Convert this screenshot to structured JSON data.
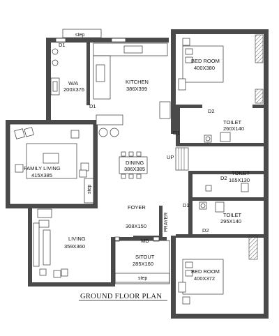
{
  "title": "GROUND FLOOR PLAN",
  "labels": {
    "step_top": "step",
    "d1_top": "D1",
    "wa_name": "W/A",
    "wa_size": "200X376",
    "kitchen_name": "KITCHEN",
    "kitchen_size": "386X399",
    "d1_kitchen": "D1",
    "bed1_name": "BED ROOM",
    "bed1_size": "400X380",
    "d2_top": "D2",
    "toilet1_name": "TOILET",
    "toilet1_size": "260X140",
    "d1_right": "D1",
    "family_name": "FAMILY LIVING",
    "family_size": "415X385",
    "dining_name": "DINING",
    "dining_size": "386X385",
    "up": "UP",
    "d2_mid": "D2",
    "toilet2_name": "TOILET",
    "toilet2_size": "165X130",
    "step_family": "step",
    "d1_lower": "D1",
    "toilet3_name": "TOILET",
    "toilet3_size": "295X140",
    "d2_lower": "D2",
    "foyer_name": "FOYER",
    "foyer_size": "308X150",
    "prayer": "PRAYER",
    "living_name": "LIVING",
    "living_size": "359X360",
    "md": "MD",
    "sitout_name": "SITOUT",
    "sitout_size": "285X160",
    "step_bottom": "step",
    "bed2_name": "BED ROOM",
    "bed2_size": "400X372"
  }
}
